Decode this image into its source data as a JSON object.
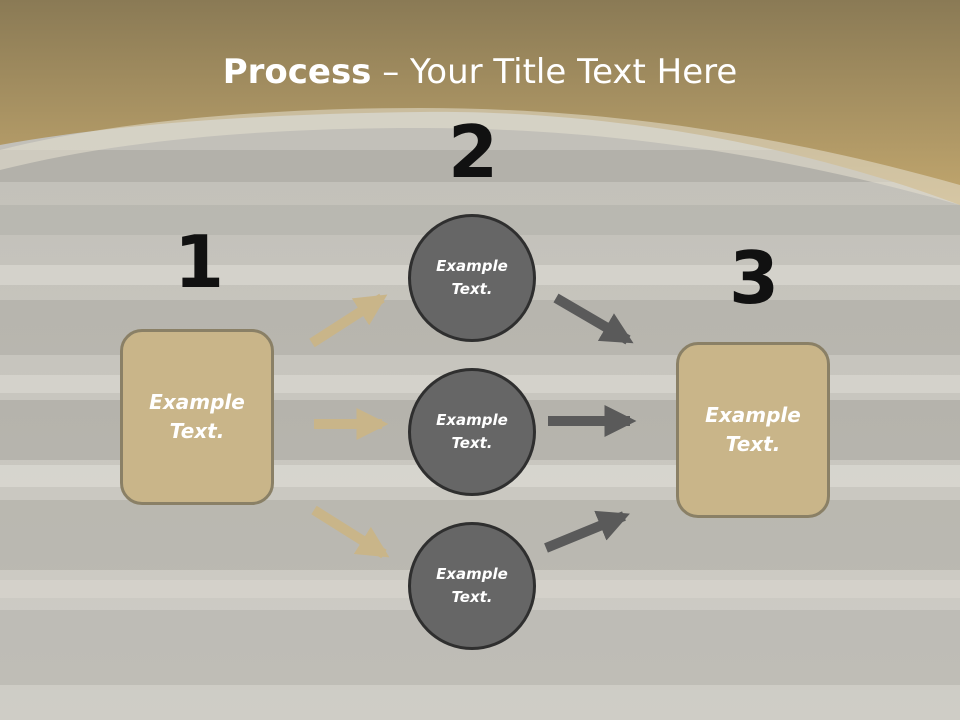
{
  "title": {
    "bold": "Process",
    "rest": " – Your Title Text Here"
  },
  "steps": {
    "n1": "1",
    "n2": "2",
    "n3": "3"
  },
  "boxes": {
    "left": "Example Text.",
    "right": "Example Text."
  },
  "circles": [
    {
      "text": "Example Text."
    },
    {
      "text": "Example Text."
    },
    {
      "text": "Example Text."
    }
  ],
  "colors": {
    "band": "#b19a63",
    "box_fill": "#c9b589",
    "circle_fill": "#666666",
    "tan_arrow": "#c9b589",
    "gray_arrow": "#5a5a5a"
  }
}
